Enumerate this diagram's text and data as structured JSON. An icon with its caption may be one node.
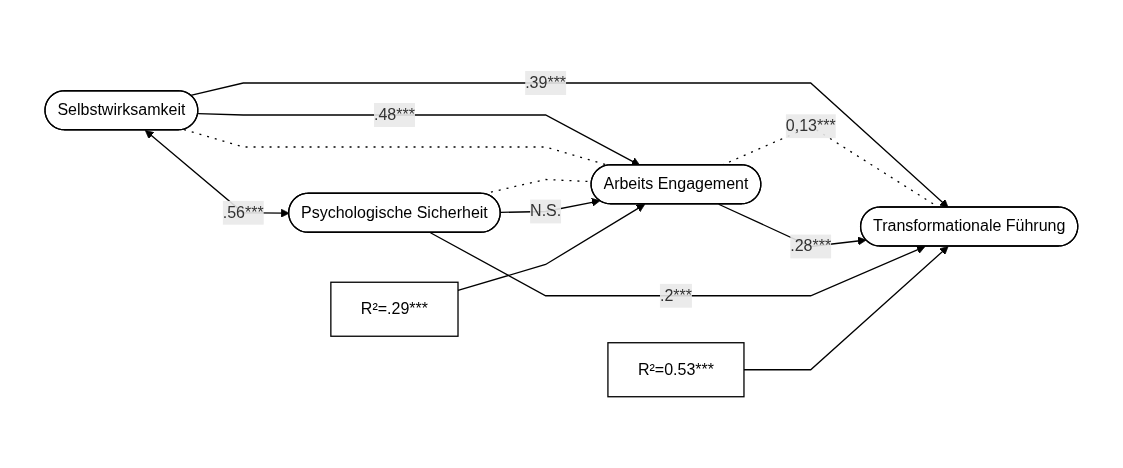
{
  "diagram": {
    "nodes": [
      {
        "text": [
          "Selbstwirksamkeit"
        ]
      },
      {
        "text": [
          "R²=0.53***"
        ]
      },
      {
        "text": [
          "R²=.29***"
        ]
      },
      {
        "text": [
          "Arbeits Engagement"
        ]
      },
      {
        "text": [
          "Transformationale Führung"
        ]
      },
      {
        "text": [
          "Psychologische Sicherheit"
        ]
      }
    ],
    "edges": [
      {
        "from": 0,
        "to": 3,
        "arrow": "to",
        "label": ".48***"
      },
      {
        "from": 0,
        "to": 4,
        "arrow": "to",
        "label": ".39***"
      },
      {
        "from": 0,
        "to": 5,
        "arrow": "both",
        "label": ".56***"
      },
      {
        "from": 0,
        "to": 3,
        "arrow": "none",
        "style": "dashed"
      },
      {
        "from": 5,
        "to": 3,
        "arrow": "none",
        "style": "dashed"
      },
      {
        "from": 3,
        "to": 4,
        "arrow": "none",
        "style": "dashed",
        "label": "0,13***"
      },
      {
        "from": 3,
        "to": 4,
        "arrow": "to",
        "label": ".28***"
      },
      {
        "from": 5,
        "to": 3,
        "arrow": "to",
        "label": "N.S."
      },
      {
        "from": 5,
        "to": 4,
        "arrow": "to",
        "label": ".2***"
      },
      {
        "from": 2,
        "to": 3,
        "arrow": "to"
      },
      {
        "from": 1,
        "to": 4,
        "arrow": "to"
      }
    ]
  }
}
